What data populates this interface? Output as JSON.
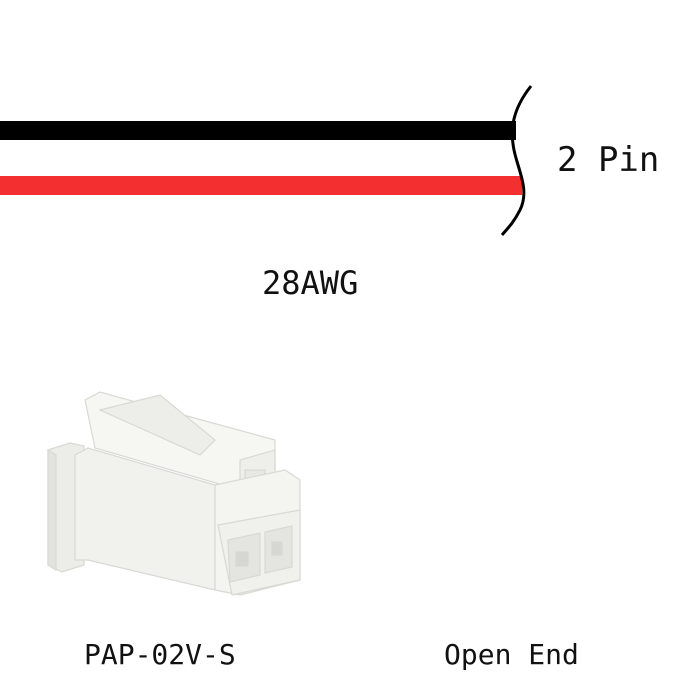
{
  "wires": {
    "colors": [
      "#000000",
      "#f42f2f"
    ],
    "pin_label": "2 Pin",
    "gauge_label": "28AWG"
  },
  "ends": {
    "connector_label": "PAP-02V-S",
    "open_end_label": "Open End"
  }
}
